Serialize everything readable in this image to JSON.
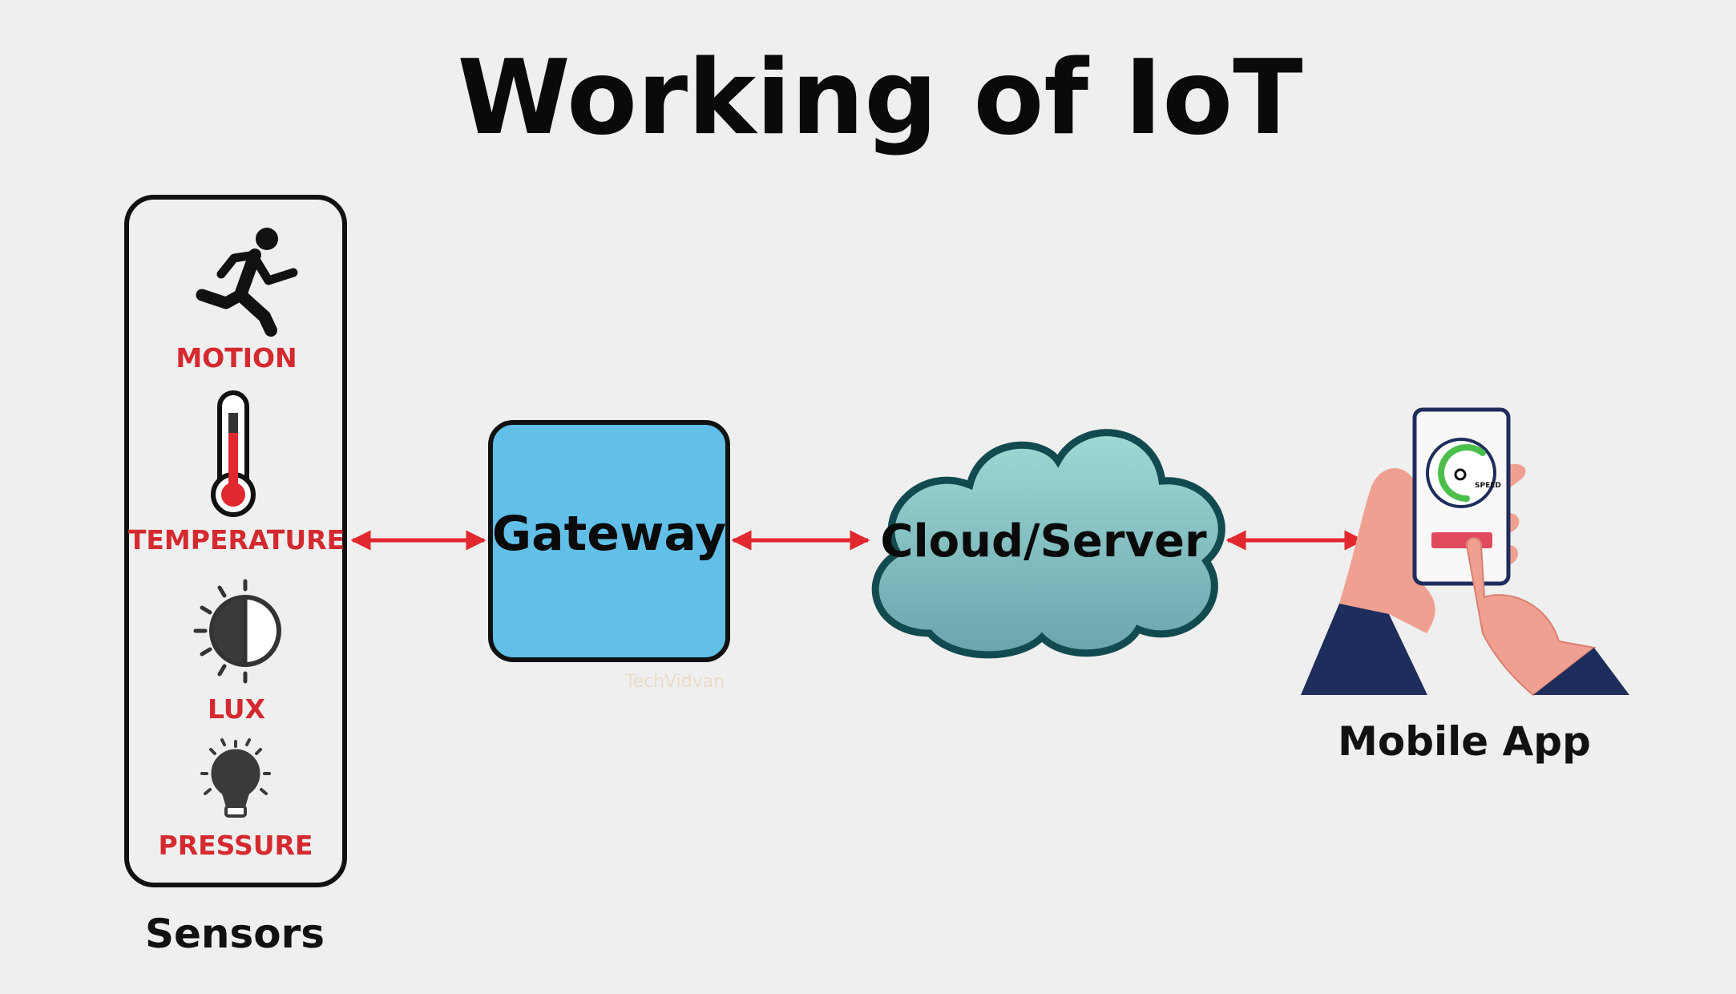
{
  "title": "Working of IoT",
  "sensors": {
    "caption": "Sensors",
    "items": [
      {
        "label": "MOTION",
        "icon": "running-person-icon"
      },
      {
        "label": "TEMPERATURE",
        "icon": "thermometer-icon"
      },
      {
        "label": "LUX",
        "icon": "half-sun-icon"
      },
      {
        "label": "PRESSURE",
        "icon": "lightbulb-icon"
      }
    ]
  },
  "gateway": {
    "label": "Gateway",
    "color": "#62c0e8"
  },
  "cloud": {
    "label": "Cloud/Server",
    "color": "#7fbcc0"
  },
  "mobile": {
    "caption": "Mobile App",
    "screen_text": "SPEED"
  },
  "arrow_color": "#e0282e",
  "watermark": "TechVidvan"
}
